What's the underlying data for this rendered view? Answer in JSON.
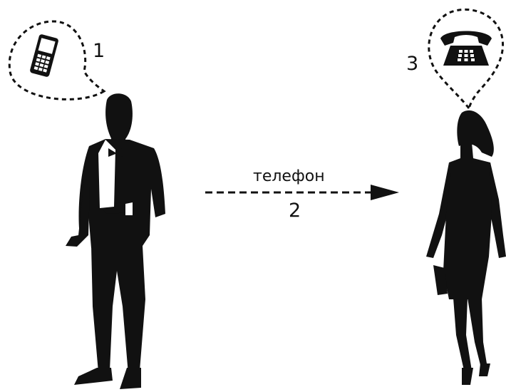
{
  "labels": {
    "step1": "1",
    "step2": "2",
    "step3": "3",
    "arrow_label": "телефон"
  },
  "icons": {
    "left_bubble": "mobile-phone-icon",
    "right_bubble": "desk-telephone-icon"
  },
  "figures": {
    "left": "man-in-tuxedo-silhouette",
    "right": "woman-silhouette"
  },
  "colors": {
    "ink": "#111111",
    "background": "#ffffff"
  }
}
